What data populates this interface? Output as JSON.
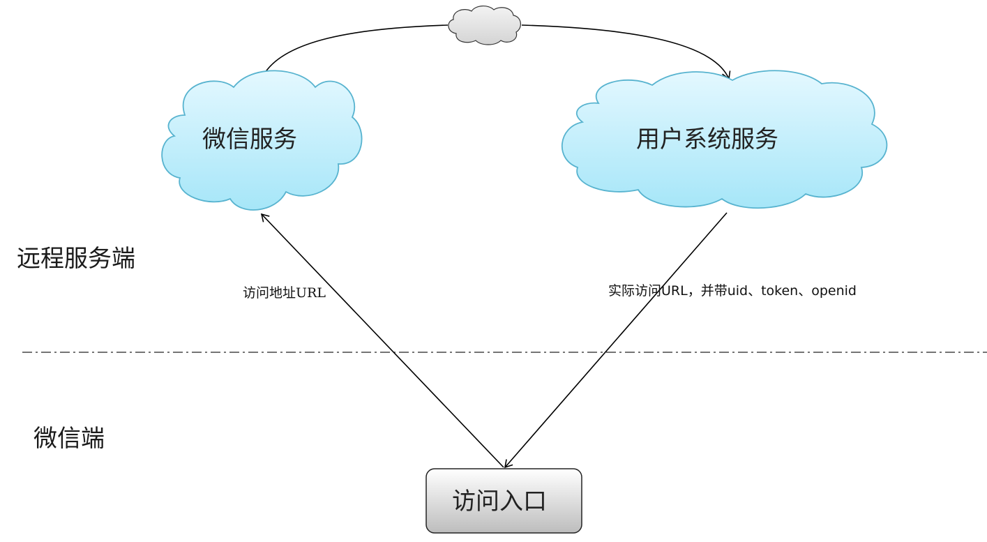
{
  "zones": {
    "remote": "远程服务端",
    "wechat_client": "微信端"
  },
  "nodes": {
    "wechat_service": "微信服务",
    "user_service": "用户系统服务",
    "entry": "访问入口"
  },
  "edges": {
    "entry_to_wechat": "访问地址URL",
    "user_to_entry": "实际访问URL，并带uid、token、openid"
  },
  "colors": {
    "cloud_fill_top": "#e4f8ff",
    "cloud_fill_bottom": "#a6e6f8",
    "cloud_stroke": "#57b3cf",
    "small_cloud_fill": "#e8e8e8",
    "box_fill_top": "#ffffff",
    "box_fill_bottom": "#bdbdbd",
    "line": "#000000"
  }
}
